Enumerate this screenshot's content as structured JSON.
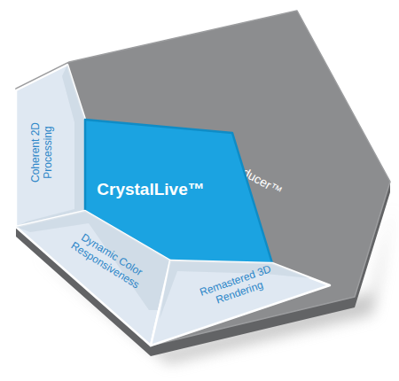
{
  "diagram": {
    "nodes": [
      {
        "text": [
          "S-Vue Transducer™"
        ]
      },
      {
        "text": [
          "Coherent 2D Processing"
        ],
        "in": 0
      },
      {
        "text": [
          "CrystalLive™"
        ],
        "in": 0
      },
      {
        "text": [
          "Dynamic Color Responsiveness"
        ],
        "in": 0
      },
      {
        "text": [
          "Remastered 3D Rendering"
        ],
        "in": 0
      }
    ]
  }
}
